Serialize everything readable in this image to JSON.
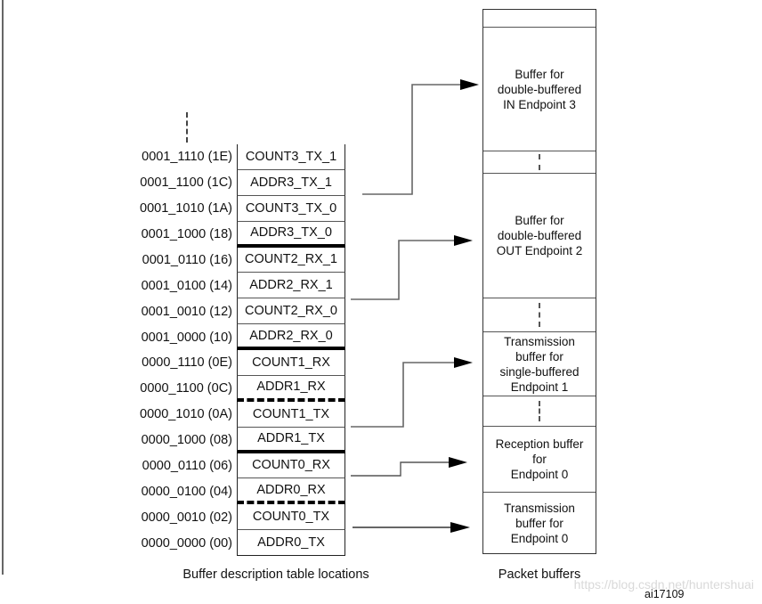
{
  "figure": {
    "caption_left": "Buffer description table locations",
    "caption_right": "Packet buffers",
    "figure_id": "ai17109",
    "watermark": "https://blog.csdn.net/huntershuai"
  },
  "bdt": {
    "rows": [
      {
        "address": "0001_1110 (1E)",
        "register": "COUNT3_TX_1",
        "sep": ""
      },
      {
        "address": "0001_1100 (1C)",
        "register": "ADDR3_TX_1",
        "sep": ""
      },
      {
        "address": "0001_1010 (1A)",
        "register": "COUNT3_TX_0",
        "sep": ""
      },
      {
        "address": "0001_1000 (18)",
        "register": "ADDR3_TX_0",
        "sep": "thick"
      },
      {
        "address": "0001_0110 (16)",
        "register": "COUNT2_RX_1",
        "sep": ""
      },
      {
        "address": "0001_0100 (14)",
        "register": "ADDR2_RX_1",
        "sep": ""
      },
      {
        "address": "0001_0010 (12)",
        "register": "COUNT2_RX_0",
        "sep": ""
      },
      {
        "address": "0001_0000 (10)",
        "register": "ADDR2_RX_0",
        "sep": "thick"
      },
      {
        "address": "0000_1110 (0E)",
        "register": "COUNT1_RX",
        "sep": ""
      },
      {
        "address": "0000_1100 (0C)",
        "register": "ADDR1_RX",
        "sep": "dashed"
      },
      {
        "address": "0000_1010 (0A)",
        "register": "COUNT1_TX",
        "sep": ""
      },
      {
        "address": "0000_1000 (08)",
        "register": "ADDR1_TX",
        "sep": "thick"
      },
      {
        "address": "0000_0110 (06)",
        "register": "COUNT0_RX",
        "sep": ""
      },
      {
        "address": "0000_0100 (04)",
        "register": "ADDR0_RX",
        "sep": "dashed"
      },
      {
        "address": "0000_0010 (02)",
        "register": "COUNT0_TX",
        "sep": ""
      },
      {
        "address": "0000_0000 (00)",
        "register": "ADDR0_TX",
        "sep": ""
      }
    ]
  },
  "packet_buffers": {
    "cells": [
      {
        "name": "top-spacer",
        "label": ""
      },
      {
        "name": "ep3-in-buffer",
        "label": "Buffer for\ndouble-buffered\nIN Endpoint 3"
      },
      {
        "name": "dots-1",
        "label": ""
      },
      {
        "name": "ep2-out-buffer",
        "label": "Buffer for\ndouble-buffered\nOUT Endpoint 2"
      },
      {
        "name": "dots-2",
        "label": ""
      },
      {
        "name": "ep1-tx-buffer",
        "label": "Transmission\nbuffer for\nsingle-buffered\nEndpoint 1"
      },
      {
        "name": "dots-3",
        "label": ""
      },
      {
        "name": "ep0-rx-buffer",
        "label": "Reception buffer\nfor\nEndpoint 0"
      },
      {
        "name": "ep0-tx-buffer",
        "label": "Transmission\nbuffer for\nEndpoint 0"
      }
    ]
  },
  "arrows": [
    {
      "from": "ADDR3_TX_1",
      "to": "Buffer for double-buffered IN Endpoint 3"
    },
    {
      "from": "ADDR2_RX_1",
      "to": "Buffer for double-buffered OUT Endpoint 2"
    },
    {
      "from": "ADDR1_TX",
      "to": "Transmission buffer for single-buffered Endpoint 1"
    },
    {
      "from": "ADDR0_RX",
      "to": "Reception buffer for Endpoint 0"
    },
    {
      "from": "ADDR0_TX",
      "to": "Transmission buffer for Endpoint 0"
    }
  ]
}
